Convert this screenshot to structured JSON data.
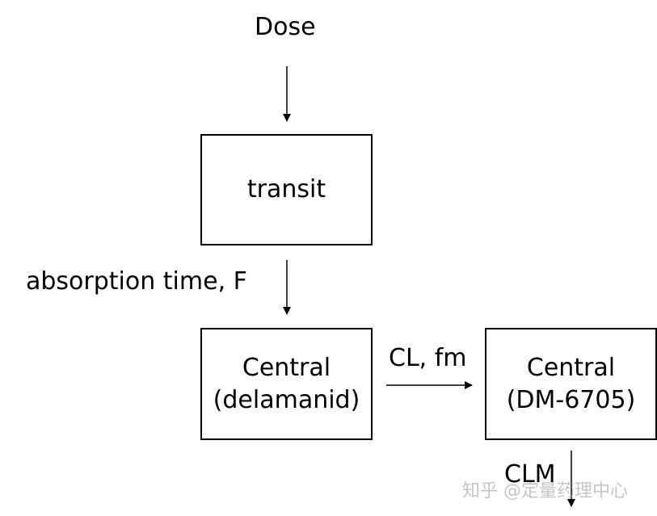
{
  "nodes": {
    "dose": "Dose",
    "transit": "transit",
    "central_parent_line1": "Central",
    "central_parent_line2": "(delamanid)",
    "central_metabolite_line1": "Central",
    "central_metabolite_line2": "(DM-6705)"
  },
  "edges": {
    "absorption": "absorption time, F",
    "conversion": "CL, fm",
    "elimination": "CLM"
  },
  "watermark": "知乎 @定量药理中心"
}
